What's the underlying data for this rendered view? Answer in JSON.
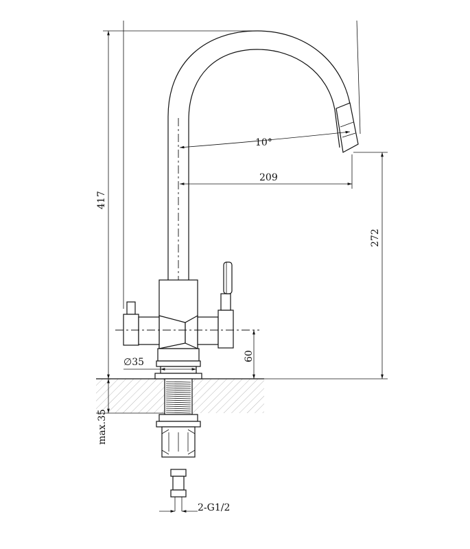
{
  "drawing": {
    "subject": "kitchen faucet technical drawing",
    "dimensions": {
      "total_height": "417",
      "spout_angle": "10°",
      "spout_reach": "209",
      "spout_height": "272",
      "handle_height": "60",
      "base_diameter": "∅35",
      "max_countertop": "max.35",
      "connection": "2-G1/2"
    }
  }
}
